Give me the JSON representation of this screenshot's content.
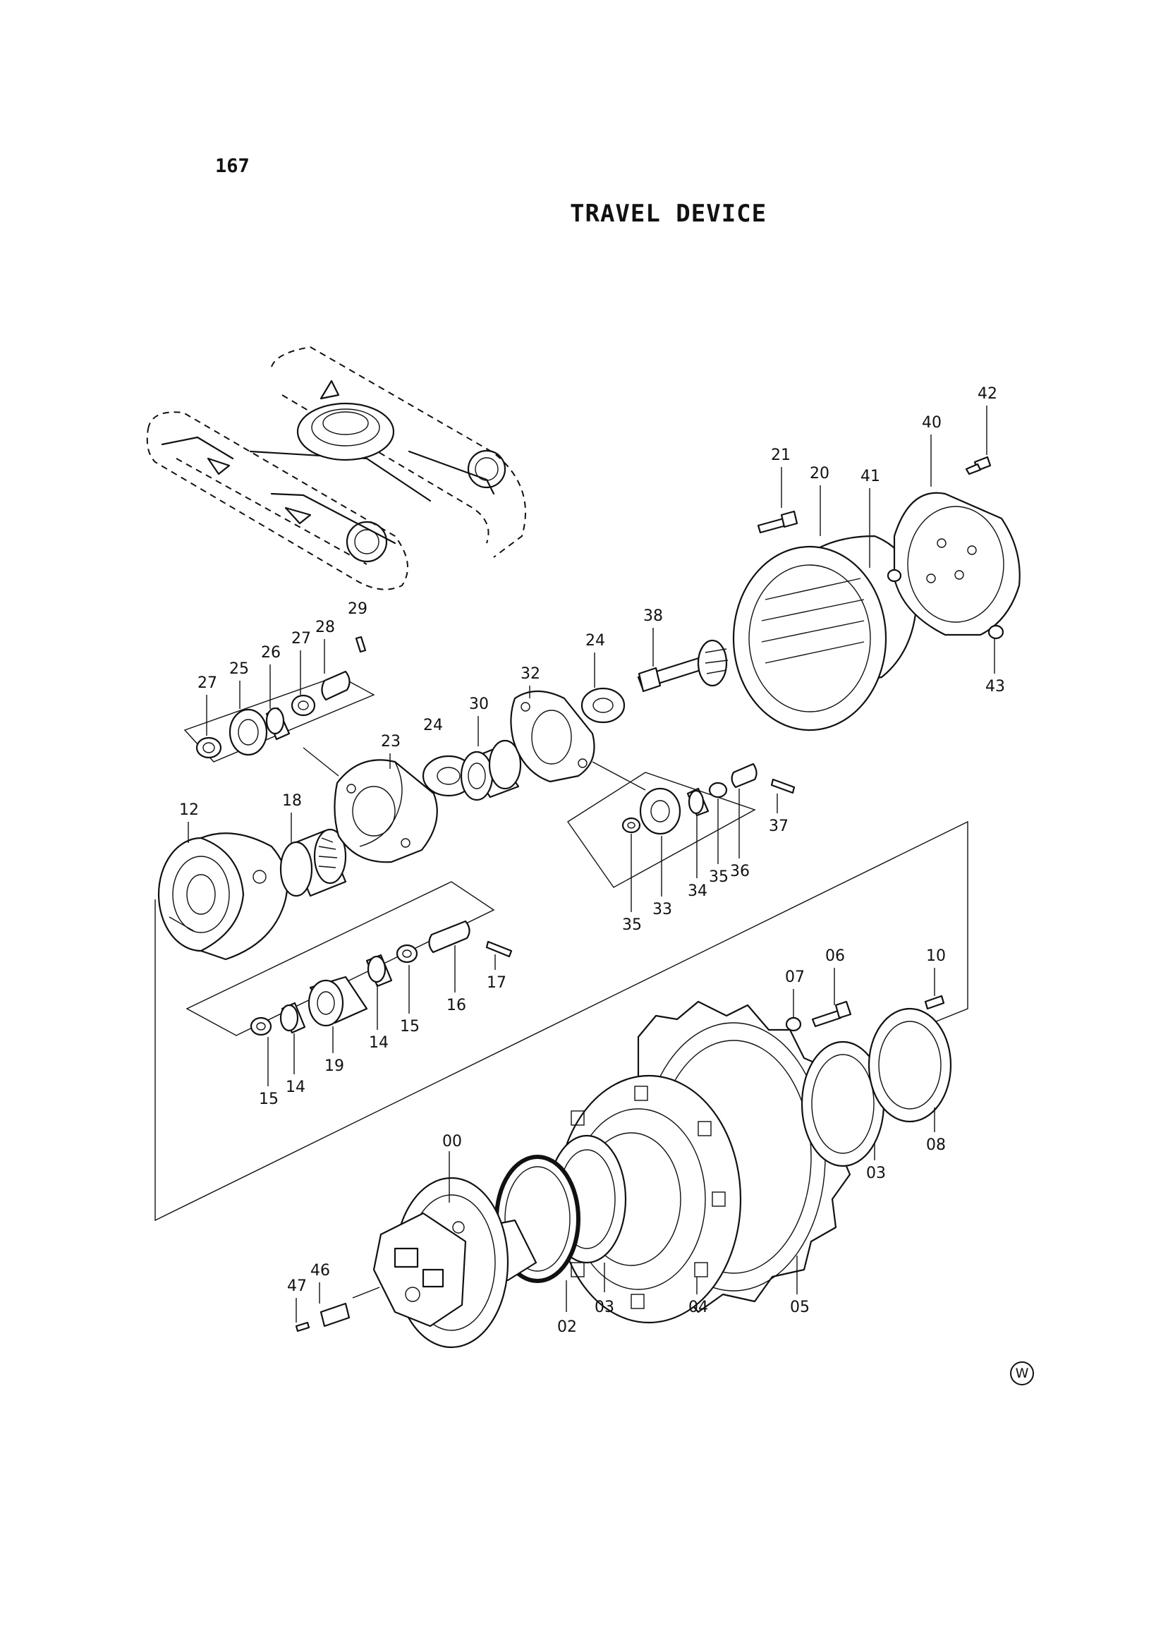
{
  "page_number": "167",
  "title": "TRAVEL DEVICE",
  "watermark": "W",
  "callouts": [
    "00",
    "02",
    "03",
    "04",
    "05",
    "06",
    "07",
    "08",
    "10",
    "12",
    "14",
    "15",
    "16",
    "17",
    "18",
    "19",
    "20",
    "21",
    "23",
    "24",
    "25",
    "26",
    "27",
    "28",
    "29",
    "30",
    "32",
    "33",
    "34",
    "35",
    "36",
    "37",
    "38",
    "40",
    "41",
    "42",
    "43",
    "46",
    "47"
  ]
}
